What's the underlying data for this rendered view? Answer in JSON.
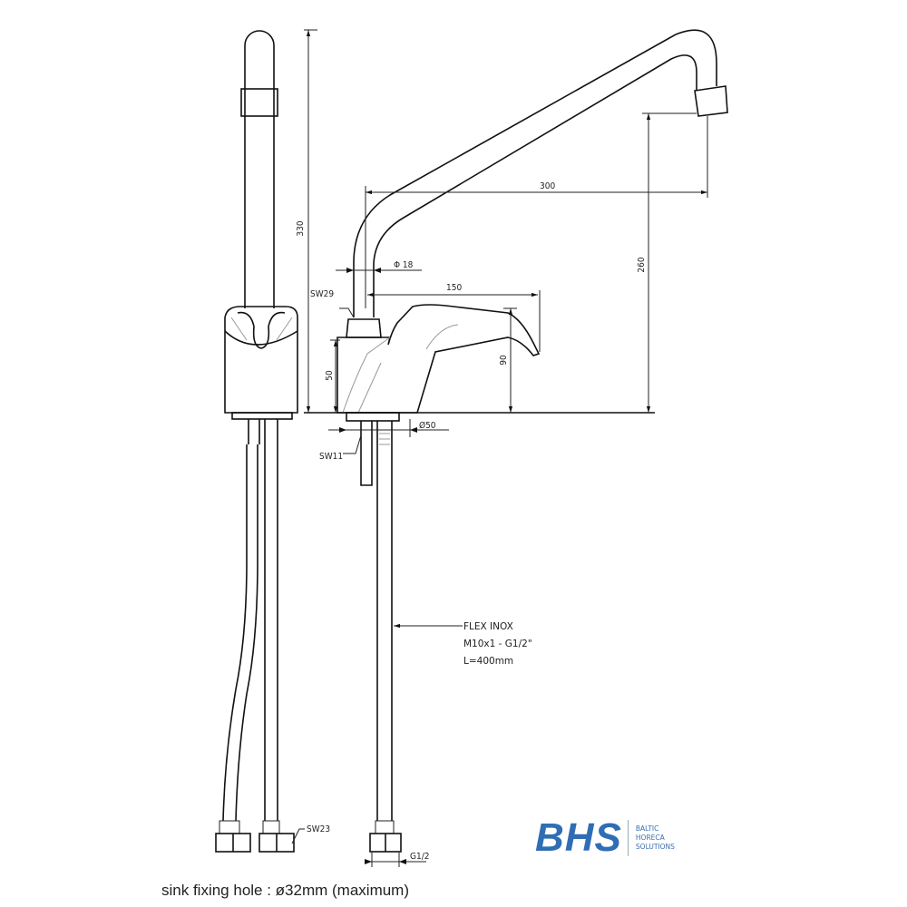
{
  "dimensions": {
    "height_total": "330",
    "reach": "300",
    "spout_height": "260",
    "spout_diameter": "Φ 18",
    "handle_reach": "150",
    "handle_height": "90",
    "body_height": "50",
    "base_diameter": "Ø50",
    "nut_spout": "SW29",
    "nut_shank": "SW11",
    "nut_hose": "SW23",
    "hose_thread": "G1/2"
  },
  "hose_note": [
    "FLEX INOX",
    "M10x1 - G1/2\"",
    "L=400mm"
  ],
  "logo": {
    "mark": "BHS",
    "lines": [
      "BALTIC",
      "HORECA",
      "SOLUTIONS"
    ],
    "color": "#2f6db5"
  },
  "caption": "sink fixing hole : ø32mm (maximum)"
}
